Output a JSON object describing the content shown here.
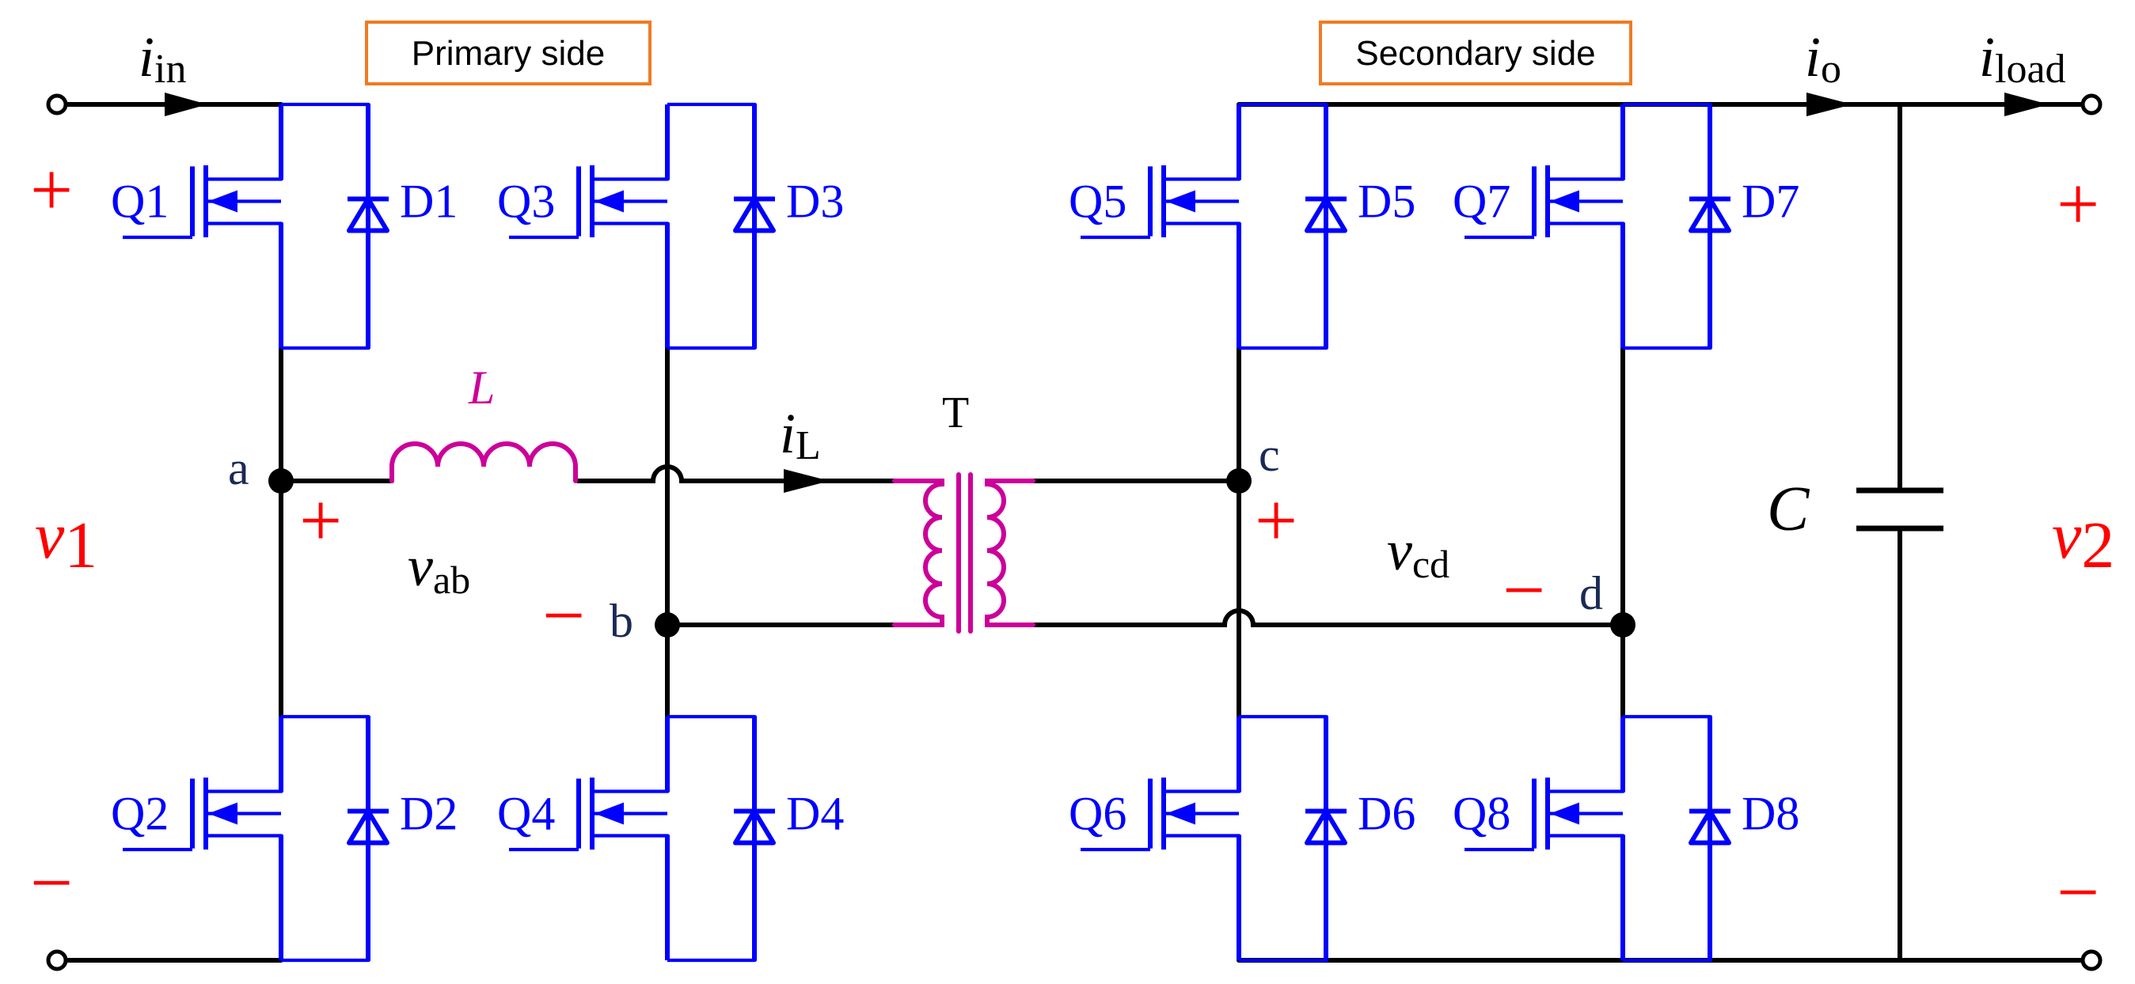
{
  "labels": {
    "primary_side": "Primary side",
    "secondary_side": "Secondary side",
    "i_in": "i",
    "i_in_sub": "in",
    "i_o": "i",
    "i_o_sub": "o",
    "i_load": "i",
    "i_load_sub": "load",
    "i_L": "i",
    "i_L_sub": "L",
    "transformer": "T",
    "inductor": "L",
    "capacitor": "C",
    "v1": "v",
    "v1_sub": "1",
    "v2": "v",
    "v2_sub": "2",
    "v_ab": "v",
    "v_ab_sub": "ab",
    "v_cd": "v",
    "v_cd_sub": "cd",
    "node_a": "a",
    "node_b": "b",
    "node_c": "c",
    "node_d": "d",
    "plus": "+",
    "minus": "−"
  },
  "switches": [
    {
      "q": "Q1",
      "d": "D1"
    },
    {
      "q": "Q3",
      "d": "D3"
    },
    {
      "q": "Q5",
      "d": "D5"
    },
    {
      "q": "Q7",
      "d": "D7"
    },
    {
      "q": "Q2",
      "d": "D2"
    },
    {
      "q": "Q4",
      "d": "D4"
    },
    {
      "q": "Q6",
      "d": "D6"
    },
    {
      "q": "Q8",
      "d": "D8"
    }
  ],
  "colors": {
    "wire": "#000000",
    "switch": "#0000ff",
    "magnetic": "#cc0099",
    "polarity": "#ff0000",
    "node_label": "#1a2a55",
    "label_box_border": "#f07b22"
  }
}
